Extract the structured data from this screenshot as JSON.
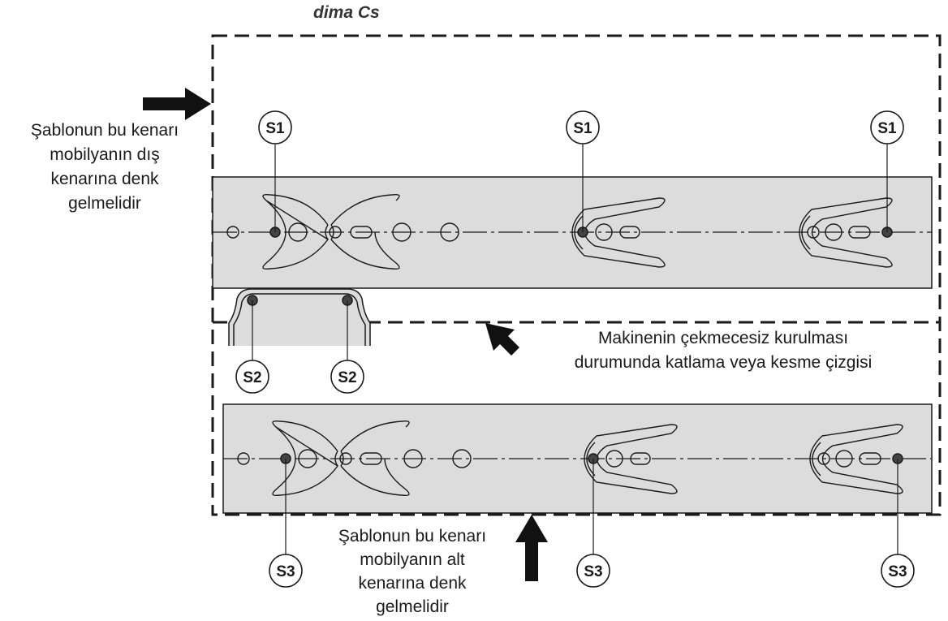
{
  "title": "dima Cs",
  "notes": {
    "outer_edge": [
      "Şablonun bu kenarı",
      "mobilyanın dış",
      "kenarına denk",
      "gelmelidir"
    ],
    "fold_line": [
      "Makinenin çekmecesiz kurulması",
      "durumunda katlama veya kesme çizgisi"
    ],
    "bottom_edge": [
      "Şablonun bu kenarı",
      "mobilyanın alt",
      "kenarına denk",
      "gelmelidir"
    ]
  },
  "markers": {
    "s1": "S1",
    "s2": "S2",
    "s3": "S3"
  },
  "colors": {
    "plate": "#dcdcdc",
    "stroke": "#1a1a1a"
  }
}
